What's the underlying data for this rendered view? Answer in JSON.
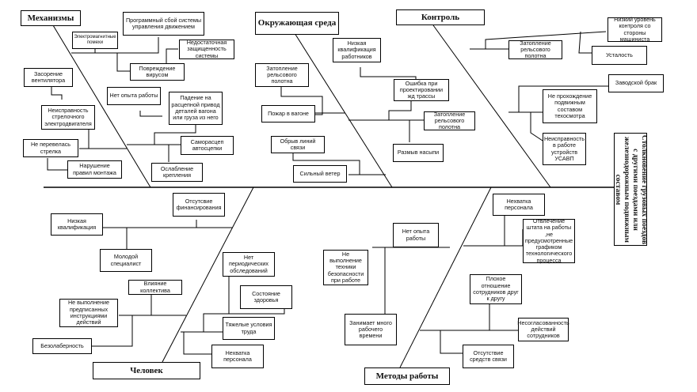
{
  "effect": "Столкновение грузовых поездов с другими поездами или железнодорожным подвижным составом",
  "categories": {
    "mechanisms": "Механизмы",
    "environment": "Окружающая среда",
    "control": "Контроль",
    "human": "Человек",
    "methods": "Методы работы"
  },
  "causes": {
    "mechanisms": {
      "software_failure": "Программный сбой системы управления движением",
      "em_interference": "Электромагнитные помехи",
      "insufficient_protection": "Недостаточная защищенность системы",
      "virus_damage": "Повреждение вирусом",
      "fan_clogging": "Засорение вентилятора",
      "switch_motor_fault": "Неисправность стрелочного электродвигателя",
      "no_experience": "Нет опыта работы",
      "parts_falling": "Падение на расцепной привод деталей вагона или груза из него",
      "switch_not_moved": "Не перевелась стрелка",
      "self_uncoupling": "Саморасцеп автосцепки",
      "mounting_violation": "Нарушение правил монтажа",
      "fastening_loosening": "Ослабление крепления"
    },
    "environment": {
      "low_qualification": "Низкая квалификация работников",
      "track_flooding_1": "Затопление рельсового полотна",
      "design_error": "Ошибка при проектировании жд трассы",
      "wagon_fire": "Пожар в вагоне",
      "track_flooding_2": "Затопление рельсового полотна",
      "comm_line_break": "Обрыв линий связи",
      "embankment_washout": "Размыв насыпи",
      "strong_wind": "Сильный ветер"
    },
    "control": {
      "low_driver_control": "Низкий уровень контроля со стороны машиниста",
      "track_flooding": "Затопление рельсового полотна",
      "fatigue": "Усталость",
      "factory_defect": "Заводской брак",
      "no_inspection": "Не прохождение подвижным составом техосмотра",
      "usavp_fault": "Неисправность в работе устройств УСАВП"
    },
    "human": {
      "no_funding": "Отсутсвие финансирования",
      "low_qualification": "Низкая квалификация",
      "young_specialist": "Молодой специалист",
      "no_checkups": "Нет периодических обследований",
      "health_state": "Состояние здоровья",
      "team_influence": "Влияние коллектива",
      "instructions_violation": "Не выполнение предписанных инструкциями действий",
      "hard_conditions": "Тяжелые условия труда",
      "carelessness": "Безолаберность",
      "staff_shortage": "Нехватка персонала"
    },
    "methods": {
      "staff_shortage": "Нехватка персонала",
      "staff_diversion": "Отвлечение штата на работы ,не предусмотренные графиком технологического процесса",
      "no_experience": "Нет опыта работы",
      "safety_violation": "Не выполнение техники безопасности при работе",
      "bad_relations": "Плохое отношение сотрудников друг к другу",
      "takes_time": "Занимает много рабочего времени",
      "uncoordinated": "Несогласованность действий сотрудников",
      "no_comm_means": "Отсутствие средств связи"
    }
  }
}
